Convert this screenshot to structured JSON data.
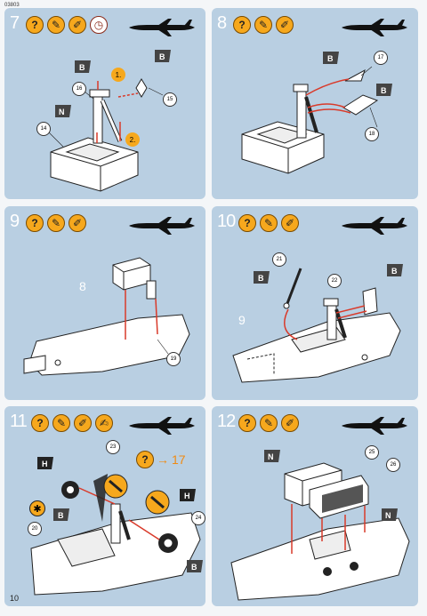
{
  "doc_code": "03803",
  "page_number": "10",
  "steps": [
    {
      "number": "7",
      "parts": [
        "14",
        "15",
        "16"
      ],
      "tags": [
        "B",
        "B",
        "N"
      ],
      "substeps": [
        "1.",
        "2."
      ]
    },
    {
      "number": "8",
      "parts": [
        "17",
        "18"
      ],
      "tags": [
        "B",
        "B"
      ]
    },
    {
      "number": "9",
      "parts": [
        "19"
      ],
      "ghost": "8"
    },
    {
      "number": "10",
      "parts": [
        "21",
        "22"
      ],
      "tags": [
        "B",
        "B"
      ],
      "ghost": "9"
    },
    {
      "number": "11",
      "parts": [
        "20",
        "23",
        "24"
      ],
      "tags": [
        "H",
        "H",
        "B",
        "B"
      ],
      "callout": "17"
    },
    {
      "number": "12",
      "parts": [
        "25",
        "26"
      ],
      "tags": [
        "N",
        "N"
      ]
    }
  ],
  "icon_help": "?",
  "colors": {
    "panel": "#b9cfe2",
    "icon": "#f6a81d",
    "accent": "#f08a12",
    "glue": "#d93a2a"
  }
}
